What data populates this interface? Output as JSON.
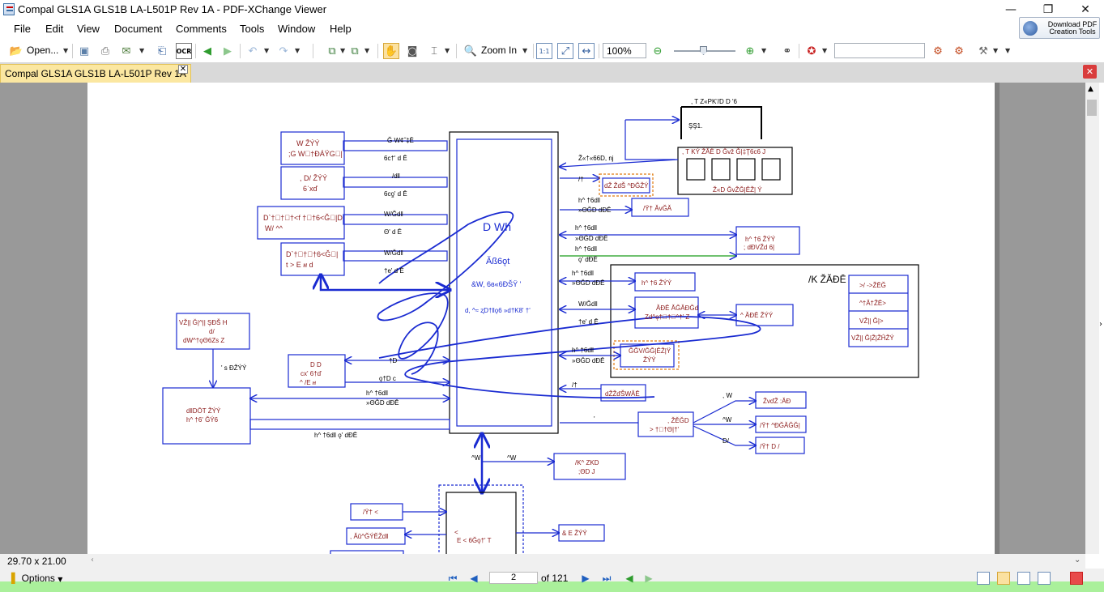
{
  "window": {
    "title": "Compal GLS1A GLS1B LA-L501P Rev 1A - PDF-XChange Viewer"
  },
  "menu": [
    "File",
    "Edit",
    "View",
    "Document",
    "Comments",
    "Tools",
    "Window",
    "Help"
  ],
  "download_button": {
    "line1": "Download PDF",
    "line2": "Creation Tools"
  },
  "toolbar": {
    "open_label": "Open...",
    "ocr_label": "OCR",
    "zoom_in_label": "Zoom In",
    "zoom_value": "100%"
  },
  "tab": {
    "label": "Compal GLS1A GLS1B LA-L501P Rev 1A"
  },
  "status": {
    "page_size": "29.70 x 21.00 cm",
    "options_label": "Options",
    "current_page": "2",
    "page_total": "of 121"
  },
  "schematic": {
    "left_blocks": [
      {
        "line1": "W ŽÝÝ",
        "line2": ";G W􏰀†ÐÁŸG􏰀|"
      },
      {
        "line1": ", D/ ŽÝÝ",
        "line2": "6ˈxď"
      },
      {
        "line1": "D`†􏰀†􏰀†<f †􏰀†6<Ǧ􏰀|D",
        "line2": "W/ ^^"
      },
      {
        "line1": "D`†􏰀†􏰀†6<Ǧ􏰀|",
        "line2": "t > E ዘ d"
      }
    ],
    "left_bus_labels": [
      {
        "top": "Ğ W¢˝‡Ē",
        "bottom": "6c†' d Ē"
      },
      {
        "top": "/dǁ",
        "bottom": "6cƍ' d Ē"
      },
      {
        "top": "W/Ğdǁ",
        "bottom": "Θ' d Ē"
      },
      {
        "top": "W/Ğdǁ",
        "bottom": "†e' d Ē"
      }
    ],
    "cpu": {
      "title": "D Wh",
      "line1": "Ăß6ǫt",
      "line2": "&W‚ 6ɞ«6ĐŠŸ '",
      "line3": "d, ^≈ ʐD†ǁǫ6 »d†K8' †' "
    },
    "memory": {
      "top_label": ", T Z«PK'/D D '6",
      "slot_label": "ŞŞ1.",
      "title": ", T KÝ ŽĂË D Ğvž Ǧ|‡Ţ6c6 J",
      "bottom": "Ž«D ĞvŽĞ|ĔŽ| Ý"
    },
    "right_labels": [
      "Ž«†«66D, nj",
      "/†",
      "h^ †6dǁ",
      "»ΘĞD dĐĒ",
      "h^ †6dǁ",
      "»ΘĞD dĐĒ",
      "h^ †6dǁ",
      "ǫ' dĐĒ",
      "h^ †6dǁ",
      "»ΘĞD dĐĒ",
      "W/Ğdǁ",
      "†e' d Ē",
      "h^ †6dǁ",
      "»ΘĞD dĐĒ",
      "/†"
    ],
    "right_boxes": [
      "dŽ ŽdŠ ^ĐĞŽÝ",
      "/Ÿ†  ĂvĞĂ",
      "h^ †6  ŽÝÝ",
      "; dĐVŽd  6|",
      "h^ †6  ŽÝÝ",
      "ĂĐĒ ĂĞĂĐĞd",
      "Zd^ǫ†􏰀†􏰀^†' Z",
      "^  ĂĐĒ  ŽÝÝ",
      "ĞĞV/ĞĞ|ĔŽ|Ÿ",
      "ŽÝÝ",
      "dŽŽďŠWĂĒ"
    ],
    "io_title": "/K ŽĂĐĒ",
    "io_items": [
      ">/ ->ŽĒĞ",
      "^†Ă†ŽĒ>",
      "VŽ|| Ğ|>",
      "VŽ|| Ğ|Ž|ŽĤŽÝ"
    ],
    "lower_left": {
      "line1": "VŽ|| Ğ|^|| ŞĐŠ H",
      "line2": "d/",
      "line3": "dW^†ǫΘ6Zs Z",
      "arrow_label": "' s ĐŽÝÝ"
    },
    "ec_block": {
      "line1": "D D",
      "line2": "cx' 6†ď",
      "line3": "^ /E  ዘ"
    },
    "pch_block": {
      "line1": "dǁDŌT  ŽÝÝ",
      "line2": "h^ †6' ĞÝ6"
    },
    "pch_labels": [
      "h^ †6dǁ",
      "»ΘĞD dĐĒ",
      "h^ †6dǁ ǫ' dĐĒ",
      "†D",
      "ǫ†D  c"
    ],
    "lower_right": {
      "bus": "'",
      "hub_line1": ", ŽĔĞD",
      "hub_line2": "> †􏰀†Θ|†' ",
      "items": [
        "ŽvďŽ :ĂĐ",
        "/Ÿ† ^ĐĞĂĞĞ|",
        "/Ÿ†  D /"
      ],
      "item_labels": [
        ", W",
        "^W",
        "D/"
      ]
    },
    "bottom_mid": {
      "label1": "^W",
      "label2": "^W",
      "box_line1": "/K^ ZKD",
      "box_line2": ";ΘD  J"
    },
    "bottom_block": {
      "line1": "<",
      "line2": "E  <  6Ğǫ†' T",
      "left1": "/Ÿ† <",
      "left2": ", Ăŭ^ĞÝĔŽdǁ",
      "right": "& E  ŽÝÝ"
    }
  }
}
